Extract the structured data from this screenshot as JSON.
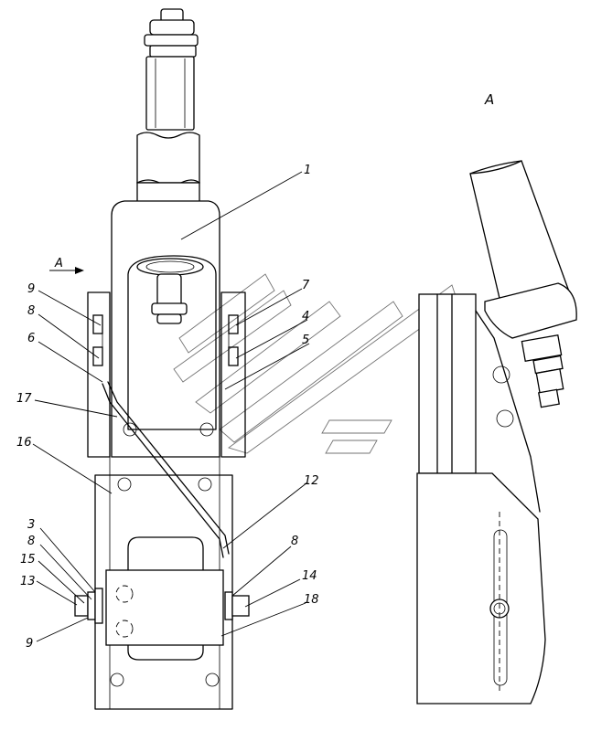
{
  "view_label": "A",
  "view_arrow_label": "A",
  "callouts": [
    {
      "id": "c1",
      "text": "1"
    },
    {
      "id": "c7",
      "text": "7"
    },
    {
      "id": "c4",
      "text": "4"
    },
    {
      "id": "c5",
      "text": "5"
    },
    {
      "id": "c9a",
      "text": "9"
    },
    {
      "id": "c8a",
      "text": "8"
    },
    {
      "id": "c6",
      "text": "6"
    },
    {
      "id": "c17",
      "text": "17"
    },
    {
      "id": "c16",
      "text": "16"
    },
    {
      "id": "c12",
      "text": "12"
    },
    {
      "id": "c3",
      "text": "3"
    },
    {
      "id": "c8b",
      "text": "8"
    },
    {
      "id": "c15",
      "text": "15"
    },
    {
      "id": "c13",
      "text": "13"
    },
    {
      "id": "c9b",
      "text": "9"
    },
    {
      "id": "c8c",
      "text": "8"
    },
    {
      "id": "c14",
      "text": "14"
    },
    {
      "id": "c18",
      "text": "18"
    }
  ]
}
